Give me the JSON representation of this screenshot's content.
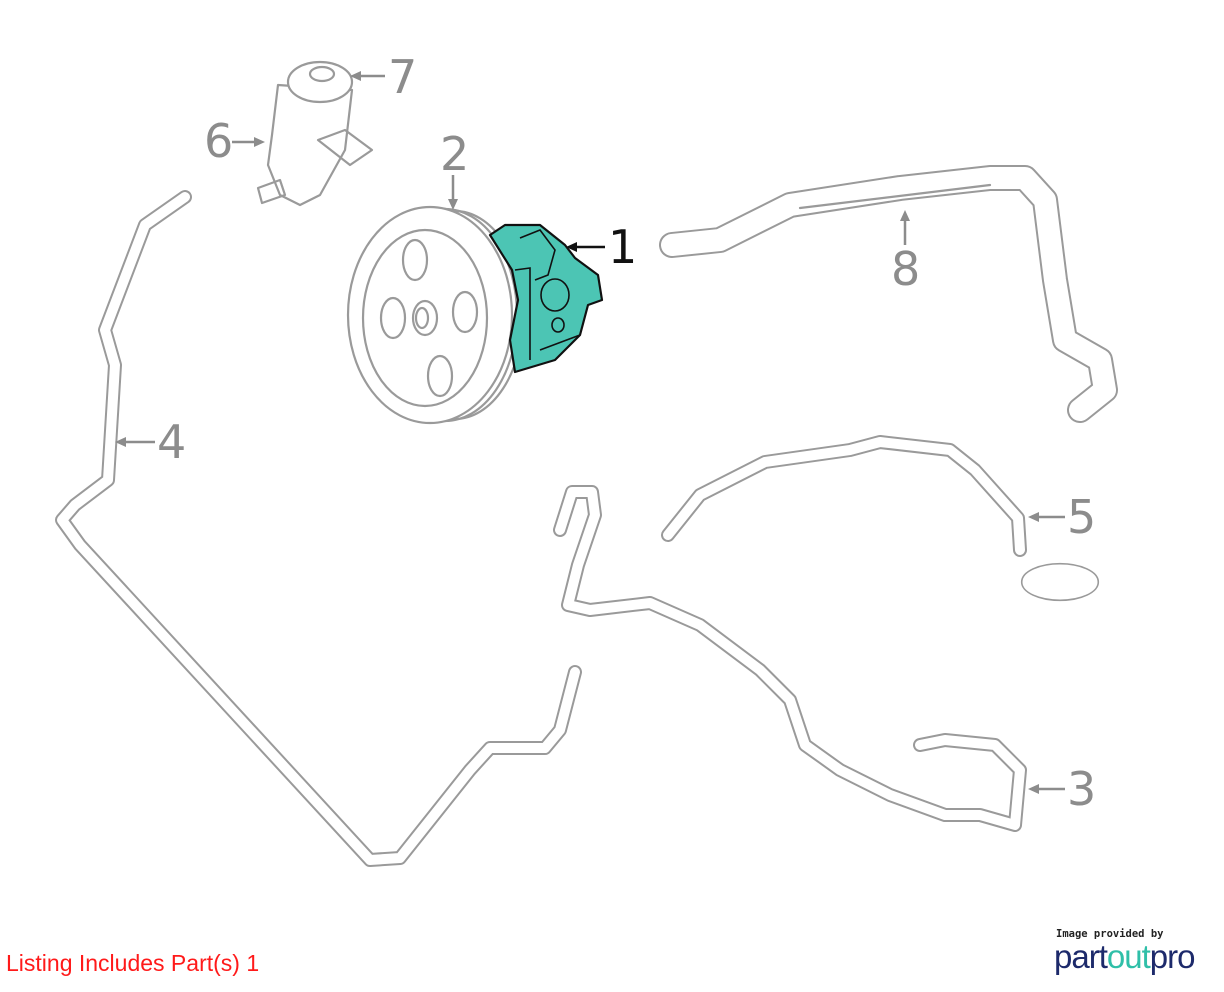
{
  "callouts": [
    {
      "number": "1",
      "selected": true
    },
    {
      "number": "2",
      "selected": false
    },
    {
      "number": "3",
      "selected": false
    },
    {
      "number": "4",
      "selected": false
    },
    {
      "number": "5",
      "selected": false
    },
    {
      "number": "6",
      "selected": false
    },
    {
      "number": "7",
      "selected": false
    },
    {
      "number": "8",
      "selected": false
    }
  ],
  "colors": {
    "highlight": "#4cc5b4",
    "line": "#9a9a9a",
    "listing": "#ff1a1a"
  },
  "listing_text": "Listing Includes Part(s) 1",
  "credit": {
    "label": "Image provided by",
    "brand_part1": "part",
    "brand_part2": "out",
    "brand_part3": "pro"
  }
}
